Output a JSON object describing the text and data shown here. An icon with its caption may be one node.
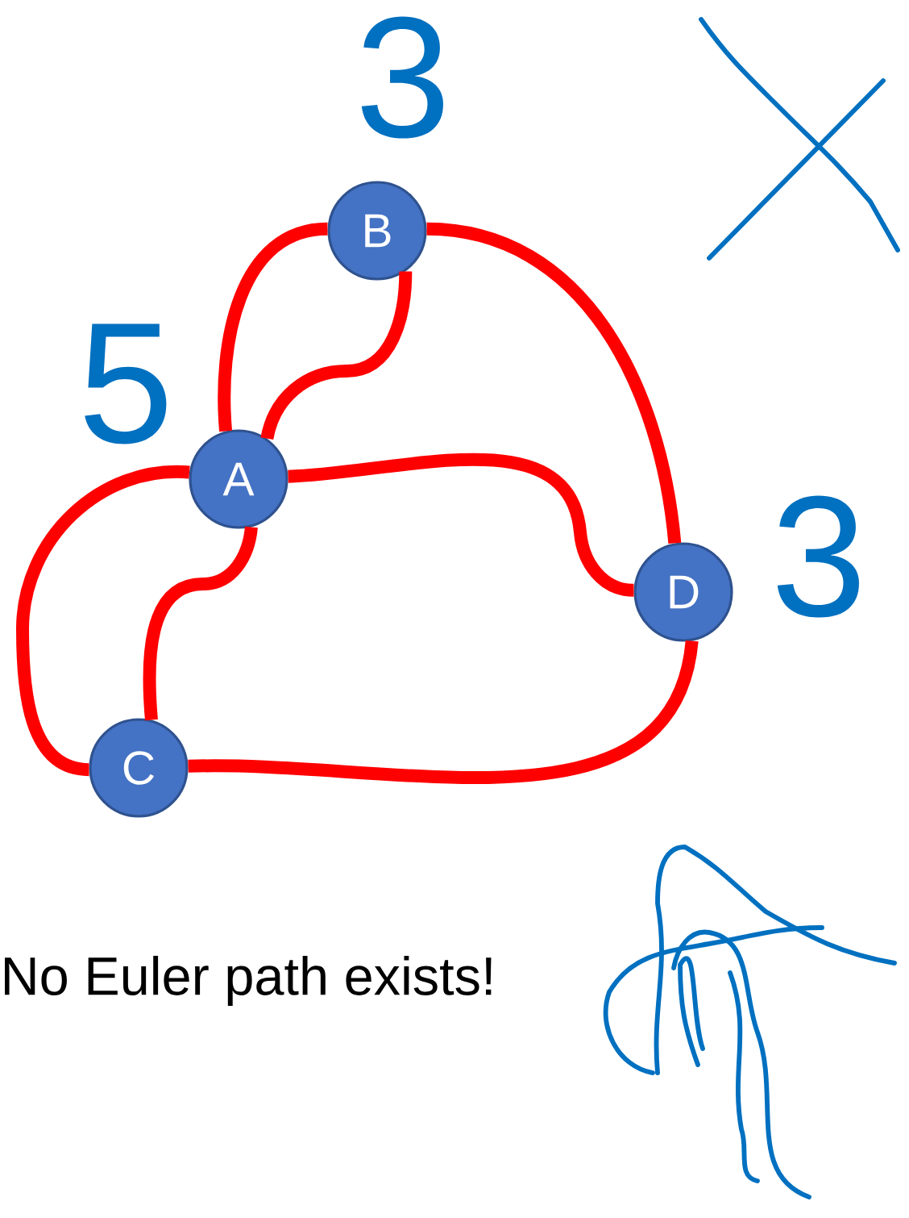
{
  "diagram": {
    "nodes": [
      {
        "text": [
          "B"
        ]
      },
      {
        "text": [
          "A"
        ]
      },
      {
        "text": [
          "D"
        ]
      },
      {
        "text": [
          "C"
        ]
      }
    ],
    "edges": [
      {
        "from": 1,
        "to": 0,
        "arrow": "none"
      },
      {
        "from": 1,
        "to": 0,
        "arrow": "none"
      },
      {
        "from": 0,
        "to": 2,
        "arrow": "none"
      },
      {
        "from": 1,
        "to": 2,
        "arrow": "none"
      },
      {
        "from": 1,
        "to": 3,
        "arrow": "none"
      },
      {
        "from": 1,
        "to": 3,
        "arrow": "none"
      },
      {
        "from": 3,
        "to": 2,
        "arrow": "none"
      }
    ],
    "labels": [
      "3",
      "5",
      "3",
      "No Euler path exists!"
    ]
  }
}
